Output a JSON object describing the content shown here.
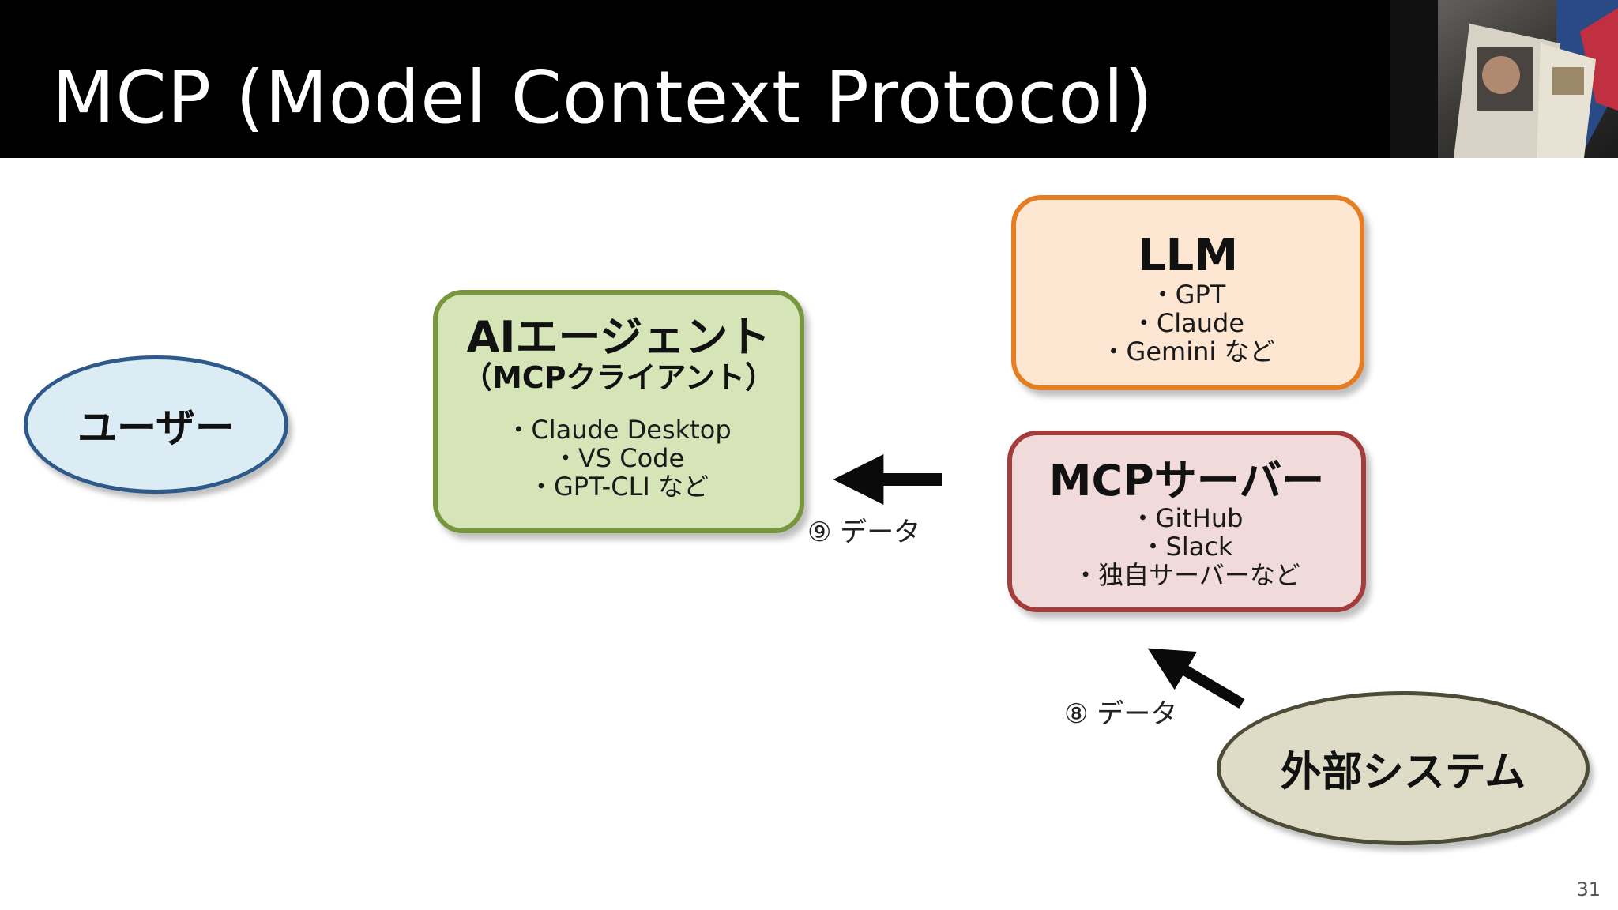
{
  "slide": {
    "title": "MCP (Model Context Protocol)",
    "page_number": "31"
  },
  "user": {
    "label": "ユーザー",
    "fill": "#dcecf5",
    "border": "#2e5a8a"
  },
  "agent": {
    "title": "AIエージェント",
    "subtitle": "（MCPクライアント）",
    "items": [
      "・Claude Desktop",
      "・VS Code",
      "・GPT-CLI など"
    ],
    "fill": "#d6e5b8",
    "border": "#78963e"
  },
  "llm": {
    "title": "LLM",
    "items": [
      "・GPT",
      "・Claude",
      "・Gemini など"
    ],
    "fill": "#fde6d2",
    "border": "#e57e22"
  },
  "mcp_server": {
    "title": "MCPサーバー",
    "items": [
      "・GitHub",
      "・Slack",
      "・独自サーバーなど"
    ],
    "fill": "#f1dada",
    "border": "#a43c3c"
  },
  "external": {
    "label": "外部システム",
    "fill": "#dedcc6",
    "border": "#4c4c38"
  },
  "arrows": {
    "step9": "⑨ データ",
    "step8": "⑧ データ"
  }
}
